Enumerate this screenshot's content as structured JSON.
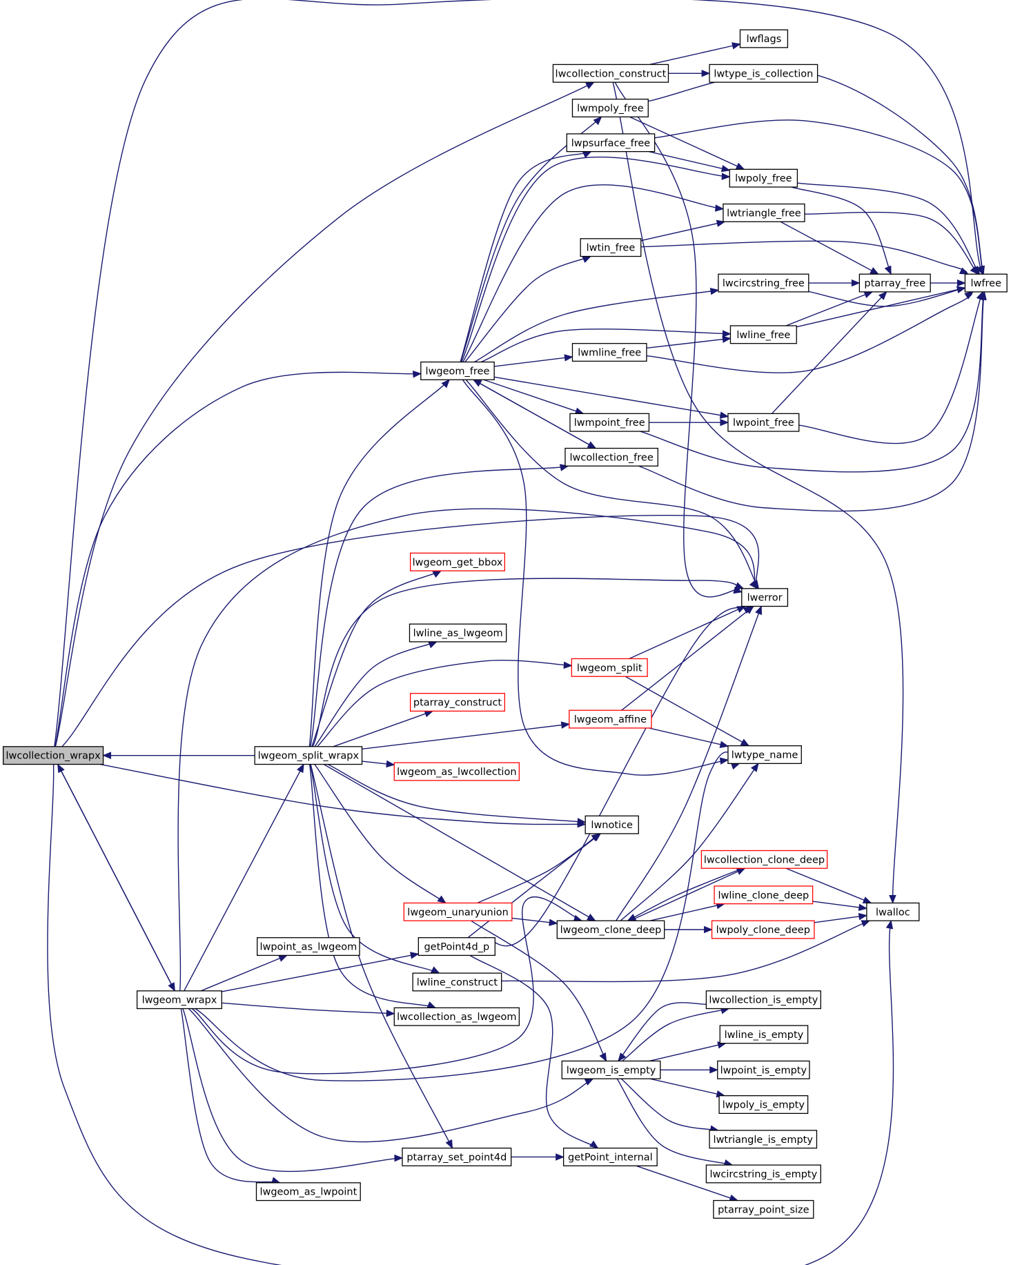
{
  "diagram": {
    "type": "call-graph",
    "focus_node": "lwcollection_wrapx",
    "colors": {
      "edge": "#191970",
      "node_border": "#000000",
      "node_border_truncated": "#ff0000",
      "focus_fill": "#bfbfbf"
    },
    "nodes": [
      {
        "id": "lwcollection_wrapx",
        "label": "lwcollection_wrapx",
        "style": "focus"
      },
      {
        "id": "lwgeom_split_wrapx",
        "label": "lwgeom_split_wrapx",
        "style": "normal"
      },
      {
        "id": "lwgeom_wrapx",
        "label": "lwgeom_wrapx",
        "style": "normal"
      },
      {
        "id": "lwcollection_construct",
        "label": "lwcollection_construct",
        "style": "normal"
      },
      {
        "id": "lwflags",
        "label": "lwflags",
        "style": "normal"
      },
      {
        "id": "lwtype_is_collection",
        "label": "lwtype_is_collection",
        "style": "normal"
      },
      {
        "id": "lwmpoly_free",
        "label": "lwmpoly_free",
        "style": "normal"
      },
      {
        "id": "lwpsurface_free",
        "label": "lwpsurface_free",
        "style": "normal"
      },
      {
        "id": "lwpoly_free",
        "label": "lwpoly_free",
        "style": "normal"
      },
      {
        "id": "lwtriangle_free",
        "label": "lwtriangle_free",
        "style": "normal"
      },
      {
        "id": "lwtin_free",
        "label": "lwtin_free",
        "style": "normal"
      },
      {
        "id": "lwcircstring_free",
        "label": "lwcircstring_free",
        "style": "normal"
      },
      {
        "id": "ptarray_free",
        "label": "ptarray_free",
        "style": "normal"
      },
      {
        "id": "lwfree",
        "label": "lwfree",
        "style": "normal"
      },
      {
        "id": "lwline_free",
        "label": "lwline_free",
        "style": "normal"
      },
      {
        "id": "lwgeom_free",
        "label": "lwgeom_free",
        "style": "normal"
      },
      {
        "id": "lwmline_free",
        "label": "lwmline_free",
        "style": "normal"
      },
      {
        "id": "lwmpoint_free",
        "label": "lwmpoint_free",
        "style": "normal"
      },
      {
        "id": "lwpoint_free",
        "label": "lwpoint_free",
        "style": "normal"
      },
      {
        "id": "lwcollection_free",
        "label": "lwcollection_free",
        "style": "normal"
      },
      {
        "id": "lwgeom_get_bbox",
        "label": "lwgeom_get_bbox",
        "style": "truncated"
      },
      {
        "id": "lwerror",
        "label": "lwerror",
        "style": "normal"
      },
      {
        "id": "lwline_as_lwgeom",
        "label": "lwline_as_lwgeom",
        "style": "normal"
      },
      {
        "id": "lwgeom_split",
        "label": "lwgeom_split",
        "style": "truncated"
      },
      {
        "id": "ptarray_construct",
        "label": "ptarray_construct",
        "style": "truncated"
      },
      {
        "id": "lwgeom_affine",
        "label": "lwgeom_affine",
        "style": "truncated"
      },
      {
        "id": "lwtype_name",
        "label": "lwtype_name",
        "style": "normal"
      },
      {
        "id": "lwgeom_as_lwcollection",
        "label": "lwgeom_as_lwcollection",
        "style": "truncated"
      },
      {
        "id": "lwnotice",
        "label": "lwnotice",
        "style": "normal"
      },
      {
        "id": "lwcollection_clone_deep",
        "label": "lwcollection_clone_deep",
        "style": "truncated"
      },
      {
        "id": "lwline_clone_deep",
        "label": "lwline_clone_deep",
        "style": "truncated"
      },
      {
        "id": "lwalloc",
        "label": "lwalloc",
        "style": "normal"
      },
      {
        "id": "lwgeom_unaryunion",
        "label": "lwgeom_unaryunion",
        "style": "truncated"
      },
      {
        "id": "lwgeom_clone_deep",
        "label": "lwgeom_clone_deep",
        "style": "normal"
      },
      {
        "id": "lwpoly_clone_deep",
        "label": "lwpoly_clone_deep",
        "style": "truncated"
      },
      {
        "id": "lwpoint_as_lwgeom",
        "label": "lwpoint_as_lwgeom",
        "style": "normal"
      },
      {
        "id": "getPoint4d_p",
        "label": "getPoint4d_p",
        "style": "normal"
      },
      {
        "id": "lwline_construct",
        "label": "lwline_construct",
        "style": "normal"
      },
      {
        "id": "lwcollection_as_lwgeom",
        "label": "lwcollection_as_lwgeom",
        "style": "normal"
      },
      {
        "id": "lwcollection_is_empty",
        "label": "lwcollection_is_empty",
        "style": "normal"
      },
      {
        "id": "lwline_is_empty",
        "label": "lwline_is_empty",
        "style": "normal"
      },
      {
        "id": "lwgeom_is_empty",
        "label": "lwgeom_is_empty",
        "style": "normal"
      },
      {
        "id": "lwpoint_is_empty",
        "label": "lwpoint_is_empty",
        "style": "normal"
      },
      {
        "id": "lwpoly_is_empty",
        "label": "lwpoly_is_empty",
        "style": "normal"
      },
      {
        "id": "lwtriangle_is_empty",
        "label": "lwtriangle_is_empty",
        "style": "normal"
      },
      {
        "id": "ptarray_set_point4d",
        "label": "ptarray_set_point4d",
        "style": "normal"
      },
      {
        "id": "getPoint_internal",
        "label": "getPoint_internal",
        "style": "normal"
      },
      {
        "id": "lwcircstring_is_empty",
        "label": "lwcircstring_is_empty",
        "style": "normal"
      },
      {
        "id": "lwgeom_as_lwpoint",
        "label": "lwgeom_as_lwpoint",
        "style": "normal"
      },
      {
        "id": "ptarray_point_size",
        "label": "ptarray_point_size",
        "style": "normal"
      }
    ],
    "edges": [
      [
        "lwgeom_split_wrapx",
        "lwcollection_wrapx"
      ],
      [
        "lwcollection_wrapx",
        "lwgeom_wrapx"
      ],
      [
        "lwgeom_wrapx",
        "lwcollection_wrapx"
      ],
      [
        "lwcollection_wrapx",
        "lwcollection_construct"
      ],
      [
        "lwcollection_wrapx",
        "lwfree"
      ],
      [
        "lwcollection_wrapx",
        "lwgeom_free"
      ],
      [
        "lwcollection_wrapx",
        "lwerror"
      ],
      [
        "lwcollection_wrapx",
        "lwnotice"
      ],
      [
        "lwcollection_wrapx",
        "lwalloc"
      ],
      [
        "lwcollection_construct",
        "lwflags"
      ],
      [
        "lwcollection_construct",
        "lwtype_is_collection"
      ],
      [
        "lwcollection_construct",
        "lwerror"
      ],
      [
        "lwcollection_construct",
        "lwalloc"
      ],
      [
        "lwgeom_free",
        "lwmpoly_free"
      ],
      [
        "lwgeom_free",
        "lwpsurface_free"
      ],
      [
        "lwgeom_free",
        "lwpoly_free"
      ],
      [
        "lwgeom_free",
        "lwtriangle_free"
      ],
      [
        "lwgeom_free",
        "lwtin_free"
      ],
      [
        "lwgeom_free",
        "lwcircstring_free"
      ],
      [
        "lwgeom_free",
        "lwline_free"
      ],
      [
        "lwgeom_free",
        "lwmline_free"
      ],
      [
        "lwgeom_free",
        "lwpoint_free"
      ],
      [
        "lwgeom_free",
        "lwmpoint_free"
      ],
      [
        "lwgeom_free",
        "lwcollection_free"
      ],
      [
        "lwgeom_free",
        "lwerror"
      ],
      [
        "lwgeom_free",
        "lwtype_name"
      ],
      [
        "lwcollection_free",
        "lwgeom_free"
      ],
      [
        "lwmpoly_free",
        "lwpoly_free"
      ],
      [
        "lwmpoly_free",
        "lwfree"
      ],
      [
        "lwpsurface_free",
        "lwpoly_free"
      ],
      [
        "lwpsurface_free",
        "lwfree"
      ],
      [
        "lwpoly_free",
        "ptarray_free"
      ],
      [
        "lwpoly_free",
        "lwfree"
      ],
      [
        "lwtin_free",
        "lwtriangle_free"
      ],
      [
        "lwtin_free",
        "lwfree"
      ],
      [
        "lwtriangle_free",
        "ptarray_free"
      ],
      [
        "lwtriangle_free",
        "lwfree"
      ],
      [
        "lwcircstring_free",
        "ptarray_free"
      ],
      [
        "lwcircstring_free",
        "lwfree"
      ],
      [
        "ptarray_free",
        "lwfree"
      ],
      [
        "lwline_free",
        "ptarray_free"
      ],
      [
        "lwline_free",
        "lwfree"
      ],
      [
        "lwmline_free",
        "lwline_free"
      ],
      [
        "lwmline_free",
        "lwfree"
      ],
      [
        "lwmpoint_free",
        "lwpoint_free"
      ],
      [
        "lwmpoint_free",
        "lwfree"
      ],
      [
        "lwpoint_free",
        "ptarray_free"
      ],
      [
        "lwpoint_free",
        "lwfree"
      ],
      [
        "lwcollection_free",
        "lwfree"
      ],
      [
        "lwgeom_split_wrapx",
        "lwgeom_free"
      ],
      [
        "lwgeom_split_wrapx",
        "lwcollection_free"
      ],
      [
        "lwgeom_split_wrapx",
        "lwgeom_get_bbox"
      ],
      [
        "lwgeom_split_wrapx",
        "lwerror"
      ],
      [
        "lwgeom_split_wrapx",
        "lwline_as_lwgeom"
      ],
      [
        "lwgeom_split_wrapx",
        "lwgeom_split"
      ],
      [
        "lwgeom_split_wrapx",
        "ptarray_construct"
      ],
      [
        "lwgeom_split_wrapx",
        "lwgeom_affine"
      ],
      [
        "lwgeom_split_wrapx",
        "lwgeom_as_lwcollection"
      ],
      [
        "lwgeom_split_wrapx",
        "lwnotice"
      ],
      [
        "lwgeom_split_wrapx",
        "lwgeom_unaryunion"
      ],
      [
        "lwgeom_split_wrapx",
        "lwgeom_clone_deep"
      ],
      [
        "lwgeom_split_wrapx",
        "lwline_construct"
      ],
      [
        "lwgeom_split_wrapx",
        "lwcollection_as_lwgeom"
      ],
      [
        "lwgeom_split_wrapx",
        "ptarray_set_point4d"
      ],
      [
        "lwgeom_split",
        "lwerror"
      ],
      [
        "lwgeom_split",
        "lwtype_name"
      ],
      [
        "lwgeom_affine",
        "lwerror"
      ],
      [
        "lwgeom_affine",
        "lwtype_name"
      ],
      [
        "lwgeom_unaryunion",
        "lwnotice"
      ],
      [
        "lwgeom_unaryunion",
        "lwgeom_clone_deep"
      ],
      [
        "lwgeom_unaryunion",
        "lwgeom_is_empty"
      ],
      [
        "lwgeom_clone_deep",
        "lwcollection_clone_deep"
      ],
      [
        "lwgeom_clone_deep",
        "lwline_clone_deep"
      ],
      [
        "lwgeom_clone_deep",
        "lwpoly_clone_deep"
      ],
      [
        "lwgeom_clone_deep",
        "lwerror"
      ],
      [
        "lwgeom_clone_deep",
        "lwtype_name"
      ],
      [
        "lwcollection_clone_deep",
        "lwgeom_clone_deep"
      ],
      [
        "lwcollection_clone_deep",
        "lwalloc"
      ],
      [
        "lwline_clone_deep",
        "lwalloc"
      ],
      [
        "lwpoly_clone_deep",
        "lwalloc"
      ],
      [
        "lwline_construct",
        "lwalloc"
      ],
      [
        "getPoint4d_p",
        "lwnotice"
      ],
      [
        "getPoint4d_p",
        "lwerror"
      ],
      [
        "getPoint4d_p",
        "getPoint_internal"
      ],
      [
        "lwgeom_wrapx",
        "lwerror"
      ],
      [
        "lwgeom_wrapx",
        "lwgeom_split_wrapx"
      ],
      [
        "lwgeom_wrapx",
        "lwpoint_as_lwgeom"
      ],
      [
        "lwgeom_wrapx",
        "getPoint4d_p"
      ],
      [
        "lwgeom_wrapx",
        "lwcollection_as_lwgeom"
      ],
      [
        "lwgeom_wrapx",
        "lwgeom_clone_deep"
      ],
      [
        "lwgeom_wrapx",
        "lwtype_name"
      ],
      [
        "lwgeom_wrapx",
        "lwgeom_is_empty"
      ],
      [
        "lwgeom_wrapx",
        "ptarray_set_point4d"
      ],
      [
        "lwgeom_wrapx",
        "lwgeom_as_lwpoint"
      ],
      [
        "lwgeom_is_empty",
        "lwcollection_is_empty"
      ],
      [
        "lwgeom_is_empty",
        "lwline_is_empty"
      ],
      [
        "lwgeom_is_empty",
        "lwpoint_is_empty"
      ],
      [
        "lwgeom_is_empty",
        "lwpoly_is_empty"
      ],
      [
        "lwgeom_is_empty",
        "lwtriangle_is_empty"
      ],
      [
        "lwgeom_is_empty",
        "lwcircstring_is_empty"
      ],
      [
        "lwcollection_is_empty",
        "lwgeom_is_empty"
      ],
      [
        "ptarray_set_point4d",
        "getPoint_internal"
      ],
      [
        "getPoint_internal",
        "ptarray_point_size"
      ]
    ]
  }
}
